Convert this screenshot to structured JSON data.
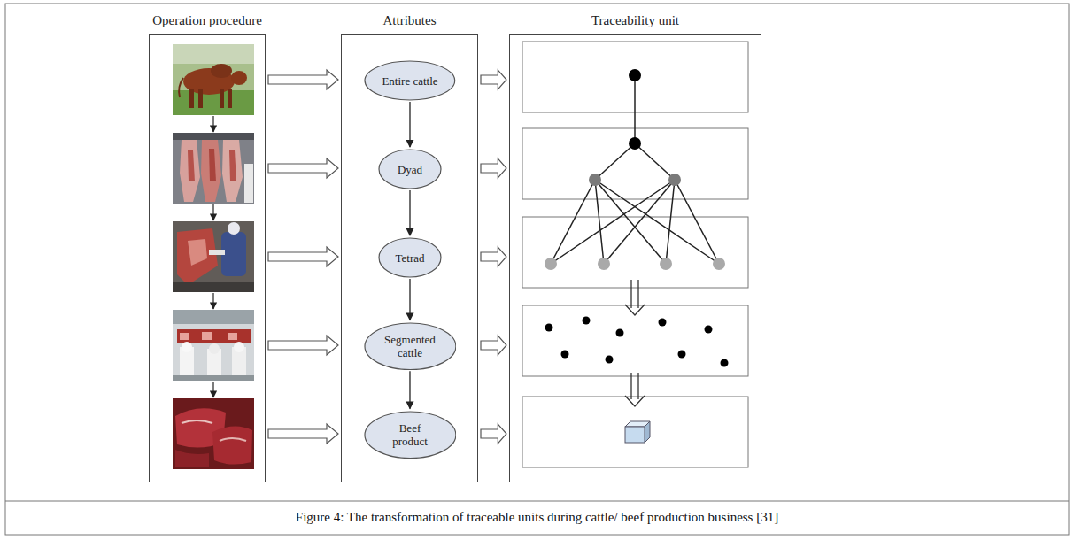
{
  "diagram": {
    "caption": "Figure 4: The transformation of traceable units during cattle/ beef production business [31]",
    "nodes": [
      {
        "text": [
          "Operation procedure"
        ]
      },
      {
        "text": [
          "Attributes"
        ]
      },
      {
        "text": [
          "Entire cattle"
        ],
        "in": 1
      },
      {
        "text": [
          "Dyad"
        ],
        "in": 1
      },
      {
        "text": [
          "Tetrad"
        ],
        "in": 1
      },
      {
        "text": [
          "Segmented cattle"
        ],
        "in": 1
      },
      {
        "text": [
          "Beef product"
        ],
        "in": 1
      },
      {
        "text": [
          "Traceability unit"
        ]
      }
    ],
    "edges": [
      {
        "from": 0,
        "to": 1,
        "arrow": "to"
      },
      {
        "from": 0,
        "to": 1,
        "arrow": "to"
      },
      {
        "from": 0,
        "to": 1,
        "arrow": "to"
      },
      {
        "from": 0,
        "to": 1,
        "arrow": "to"
      },
      {
        "from": 0,
        "to": 1,
        "arrow": "to"
      },
      {
        "from": 2,
        "to": 3,
        "arrow": "to"
      },
      {
        "from": 3,
        "to": 4,
        "arrow": "to"
      },
      {
        "from": 4,
        "to": 5,
        "arrow": "to"
      },
      {
        "from": 5,
        "to": 6,
        "arrow": "to"
      },
      {
        "from": 1,
        "to": 7,
        "arrow": "to"
      },
      {
        "from": 1,
        "to": 7,
        "arrow": "to"
      },
      {
        "from": 1,
        "to": 7,
        "arrow": "to"
      },
      {
        "from": 1,
        "to": 7,
        "arrow": "to"
      },
      {
        "from": 1,
        "to": 7,
        "arrow": "to"
      }
    ]
  }
}
